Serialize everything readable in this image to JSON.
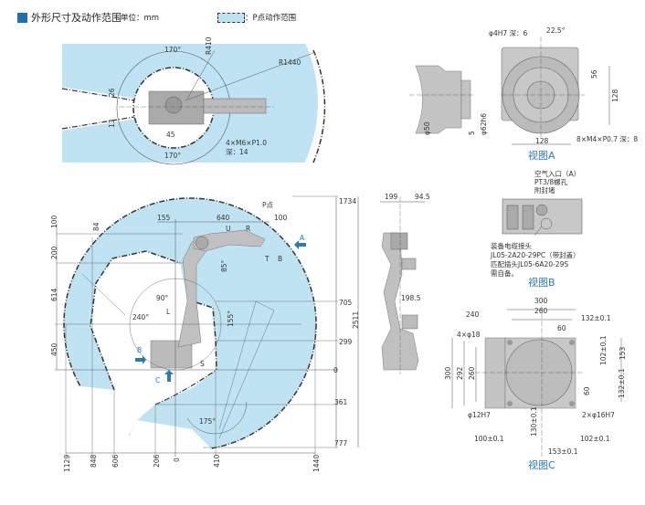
{
  "colors": {
    "range_fill": "#bfe3f2",
    "robot_gray": "#b5b5b5",
    "accent": "#2a7ab8",
    "header_square": "#1f6fb2"
  },
  "header": {
    "title": "外形尺寸及动作范围",
    "unit": "单位：mm",
    "legend_label": "：P点动作范围"
  },
  "top_view": {
    "angle_top": "170°",
    "r_inner": "R410",
    "r_outer": "R1440",
    "dim_26": "26",
    "dim_13": "13",
    "dim_45": "45",
    "bolt_spec": "4×M6×P1.0",
    "bolt_depth": "深：14",
    "angle_bottom": "170°"
  },
  "view_a": {
    "pin_hole": "φ4H7 深：6",
    "angle": "22.5°",
    "dim_56": "56",
    "dim_128_v": "128",
    "dim_phi50": "φ50",
    "dim_5": "5",
    "dim_phi62": "φ62h6",
    "dim_128_h": "128",
    "screw_spec": "8×M4×P0.7 深：8",
    "title": "视图A"
  },
  "view_b": {
    "air_inlet": "空气入口（A）",
    "air_thread": "PT3/8螺孔",
    "air_plug": "附封堵",
    "cable_label": "装备电缆接头",
    "cable_part": "JL05-2A20-29PC（带封盖）",
    "plug_part": "匹配插头JL05-6A20-29S",
    "self_supply": "需自备。",
    "title": "视图B"
  },
  "view_c": {
    "w300": "300",
    "w260": "260",
    "w240": "240",
    "w132": "132±0.1",
    "w60": "60",
    "holes_18": "4×φ18",
    "h300": "300",
    "h292": "292",
    "h260": "260",
    "h153": "153",
    "h102": "102±0.1",
    "h60": "60",
    "h132": "132±0.1",
    "pin_12": "φ12H7",
    "pin_16": "2×φ16H7",
    "h130": "130±0.1",
    "b100": "100±0.1",
    "b102": "102±0.1",
    "b153": "153±0.1",
    "title": "视图C"
  },
  "side_view": {
    "d199": "199",
    "d94_5": "94.5",
    "d198_5": "198.5"
  },
  "main_view": {
    "y1734": "1734",
    "p_point": "P点",
    "d155": "155",
    "d640": "640",
    "d100": "100",
    "axis_u": "U",
    "axis_r": "R",
    "view_a_arrow": "A",
    "axis_t": "T",
    "axis_b": "B",
    "angle_85": "85°",
    "v100": "100",
    "v84": "84",
    "v200": "200",
    "v614": "614",
    "angle_90": "90°",
    "y705": "705",
    "axis_l": "L",
    "angle_240": "240°",
    "angle_155": "155°",
    "total_2511": "2511",
    "v450": "450",
    "y299": "299",
    "view_b_arrow": "B",
    "axis_s": "S",
    "y0": "0",
    "view_c_arrow": "C",
    "y361": "361",
    "angle_175": "175°",
    "y777": "777",
    "x1129": "1129",
    "x848": "848",
    "x606": "606",
    "x206": "206",
    "x0": "0",
    "x410": "410",
    "x1440": "1440"
  }
}
